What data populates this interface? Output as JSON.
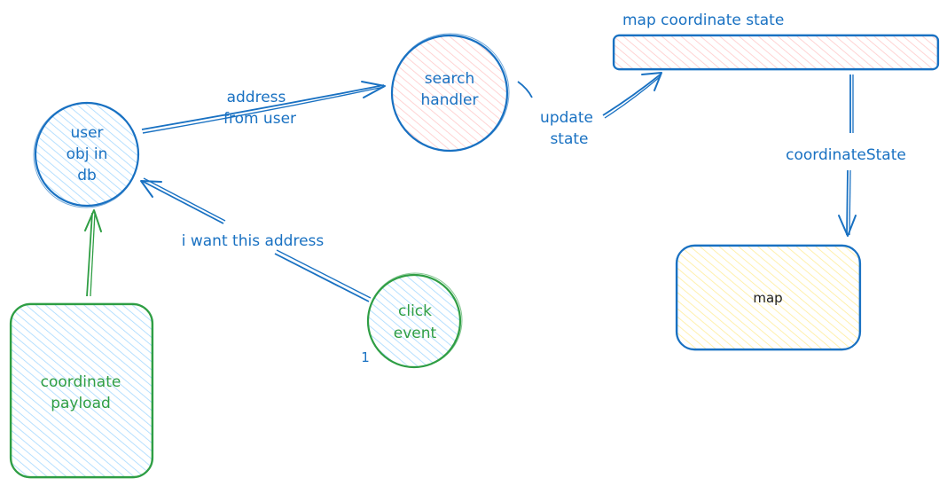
{
  "nodes": {
    "user": {
      "lines": [
        "user",
        "obj in",
        "db"
      ]
    },
    "search": {
      "lines": [
        "search",
        "handler"
      ]
    },
    "click": {
      "lines": [
        "click",
        "event"
      ],
      "badge": "1"
    },
    "coordinate": {
      "lines": [
        "coordinate",
        "payload"
      ]
    },
    "state": {
      "title": "map coordinate state"
    },
    "map": {
      "label": "map"
    }
  },
  "edges": {
    "address": {
      "lines": [
        "address",
        "from user"
      ]
    },
    "update": {
      "lines": [
        "update",
        "state"
      ]
    },
    "want": {
      "label": "i want this address"
    },
    "coordState": {
      "label": "coordinateState"
    }
  },
  "colors": {
    "blue": "#1971c2",
    "green": "#2f9e44",
    "lightBlue": "#a5d8ff",
    "pink": "#ffc9c9",
    "yellow": "#ffec99",
    "black": "#1e1e1e"
  },
  "icons": {
    "arrowhead": "arrowhead-icon"
  }
}
